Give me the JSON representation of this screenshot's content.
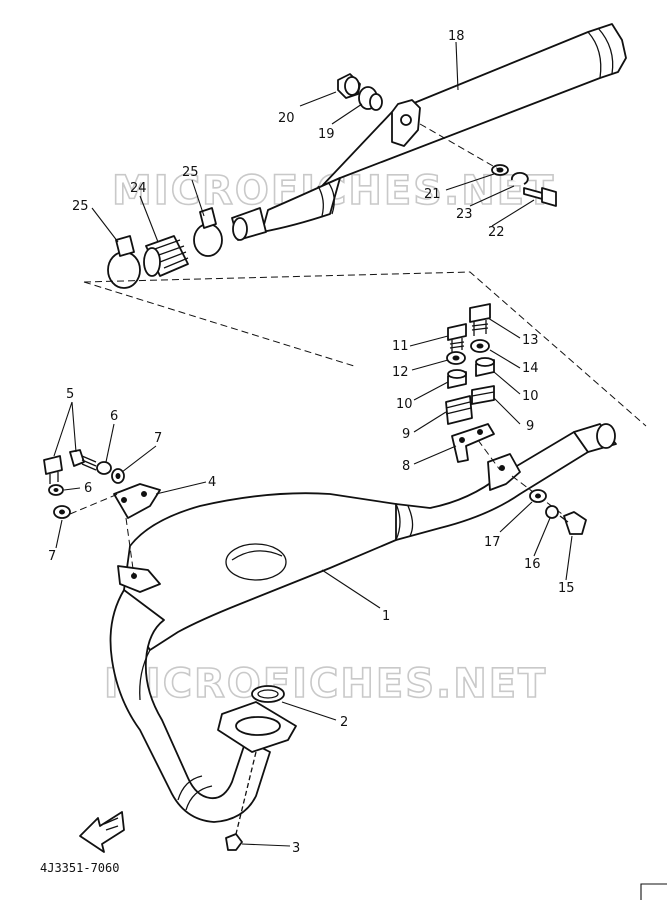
{
  "watermarks": [
    "MICROFICHES.NET",
    "MICROFICHES.NET"
  ],
  "diagram_code": "4J3351-7060",
  "callouts": [
    {
      "id": "c18",
      "text": "18"
    },
    {
      "id": "c20",
      "text": "20"
    },
    {
      "id": "c19",
      "text": "19"
    },
    {
      "id": "c25a",
      "text": "25"
    },
    {
      "id": "c24",
      "text": "24"
    },
    {
      "id": "c25b",
      "text": "25"
    },
    {
      "id": "c21",
      "text": "21"
    },
    {
      "id": "c23",
      "text": "23"
    },
    {
      "id": "c22",
      "text": "22"
    },
    {
      "id": "c11",
      "text": "11"
    },
    {
      "id": "c13",
      "text": "13"
    },
    {
      "id": "c12",
      "text": "12"
    },
    {
      "id": "c14",
      "text": "14"
    },
    {
      "id": "c10a",
      "text": "10"
    },
    {
      "id": "c10b",
      "text": "10"
    },
    {
      "id": "c9a",
      "text": "9"
    },
    {
      "id": "c9b",
      "text": "9"
    },
    {
      "id": "c8",
      "text": "8"
    },
    {
      "id": "c5",
      "text": "5"
    },
    {
      "id": "c6a",
      "text": "6"
    },
    {
      "id": "c7a",
      "text": "7"
    },
    {
      "id": "c6b",
      "text": "6"
    },
    {
      "id": "c4",
      "text": "4"
    },
    {
      "id": "c7b",
      "text": "7"
    },
    {
      "id": "c17",
      "text": "17"
    },
    {
      "id": "c16",
      "text": "16"
    },
    {
      "id": "c15",
      "text": "15"
    },
    {
      "id": "c1",
      "text": "1"
    },
    {
      "id": "c2",
      "text": "2"
    },
    {
      "id": "c3",
      "text": "3"
    }
  ]
}
